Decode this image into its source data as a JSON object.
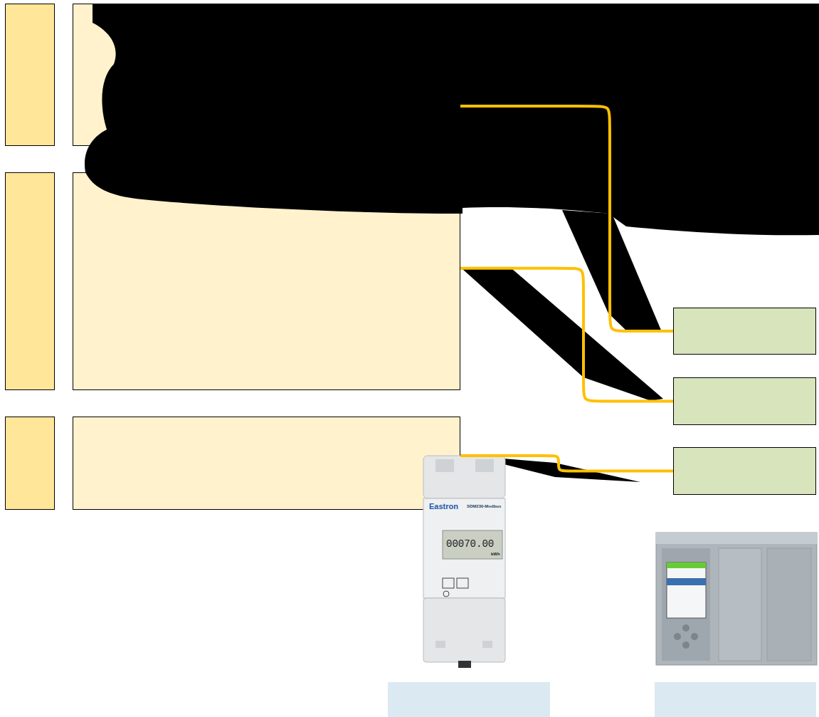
{
  "diagram": {
    "nodes": [
      {
        "text": []
      },
      {
        "text": []
      },
      {
        "text": []
      },
      {
        "text": []
      },
      {
        "text": []
      },
      {
        "text": []
      },
      {
        "text": []
      },
      {
        "text": []
      },
      {
        "text": []
      },
      {
        "text": []
      },
      {
        "text": []
      }
    ],
    "edges": [
      {
        "from": 1,
        "to": 4,
        "arrow": "none"
      },
      {
        "from": 3,
        "to": 5,
        "arrow": "none"
      },
      {
        "from": 7,
        "to": 8,
        "arrow": "none"
      }
    ],
    "labels": [
      "Eastron",
      "SDM230-Modbus",
      "00070.00",
      "kWh"
    ]
  }
}
